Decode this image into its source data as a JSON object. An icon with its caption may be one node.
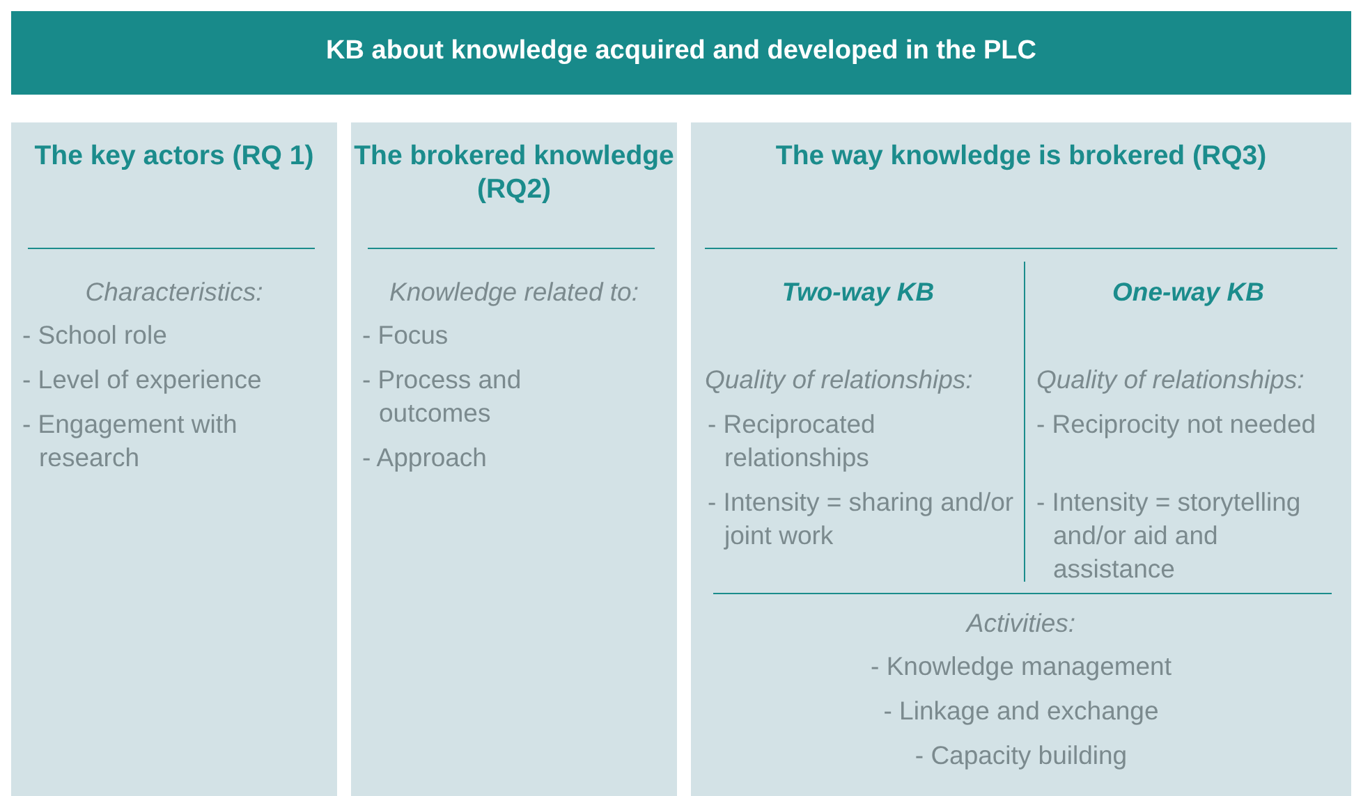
{
  "diagram": {
    "nodes": [
      {
        "text": [
          "KB about knowledge acquired and developed in the PLC"
        ]
      },
      {
        "text": [
          "The key actors (RQ 1)",
          "Characteristics:",
          "- School role",
          "- Level of experience",
          "- Engagement with research"
        ]
      },
      {
        "text": [
          "The brokered knowledge (RQ2)",
          "Knowledge related to:",
          "- Focus",
          "- Process and outcomes",
          "- Approach"
        ]
      },
      {
        "text": [
          "The way knowledge is brokered (RQ3)",
          "Two-way KB",
          "One-way KB",
          "Quality of relationships:",
          "- Reciprocated relationships",
          "- Intensity = sharing and/or joint work",
          "Quality of relationships:",
          "- Reciprocity not needed",
          "- Intensity = storytelling and/or aid and assistance",
          "Activities:",
          "- Knowledge management",
          "- Linkage and exchange",
          "- Capacity building"
        ]
      }
    ],
    "edges": []
  }
}
